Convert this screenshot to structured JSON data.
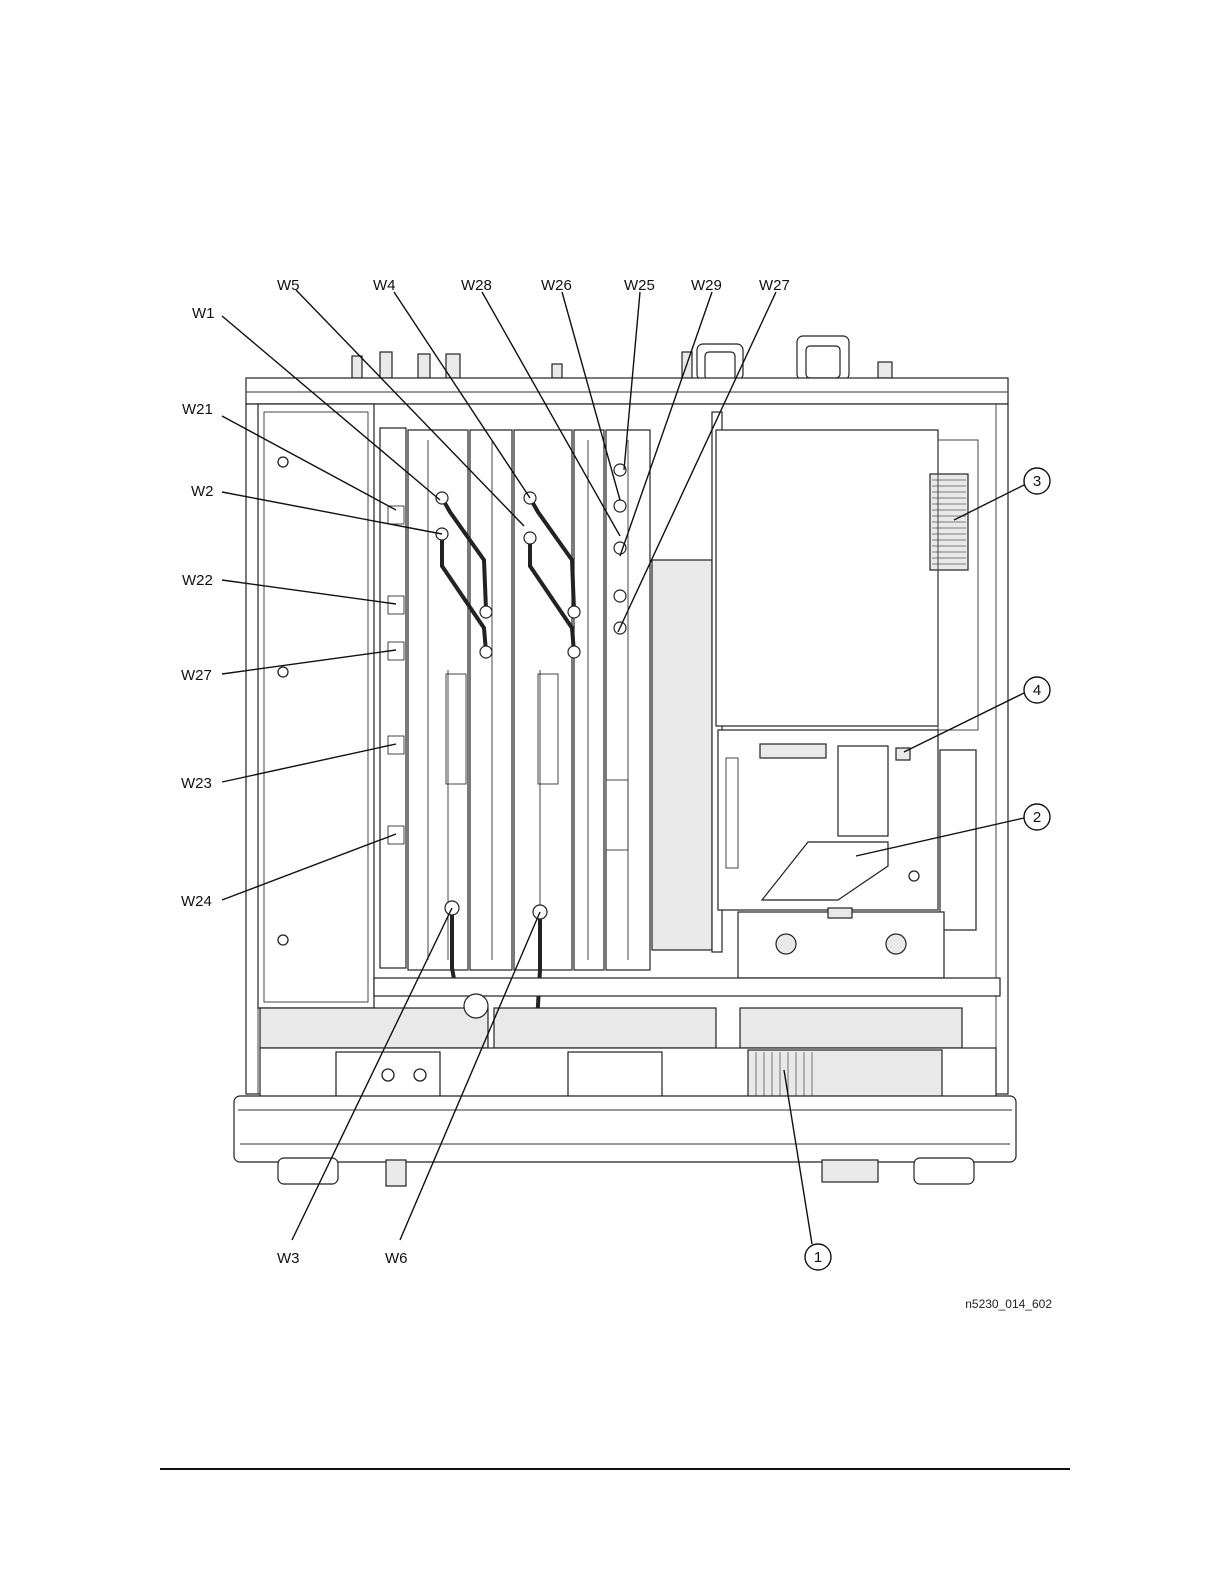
{
  "labels": {
    "W1": "W1",
    "W2": "W2",
    "W3": "W3",
    "W4": "W4",
    "W5": "W5",
    "W6": "W6",
    "W21": "W21",
    "W22": "W22",
    "W23": "W23",
    "W24": "W24",
    "W25": "W25",
    "W26": "W26",
    "W27_top": "W27",
    "W27_left": "W27",
    "W28": "W28",
    "W29": "W29"
  },
  "callouts": {
    "c1": "1",
    "c2": "2",
    "c3": "3",
    "c4": "4"
  },
  "figure_id": "n5230_014_602"
}
